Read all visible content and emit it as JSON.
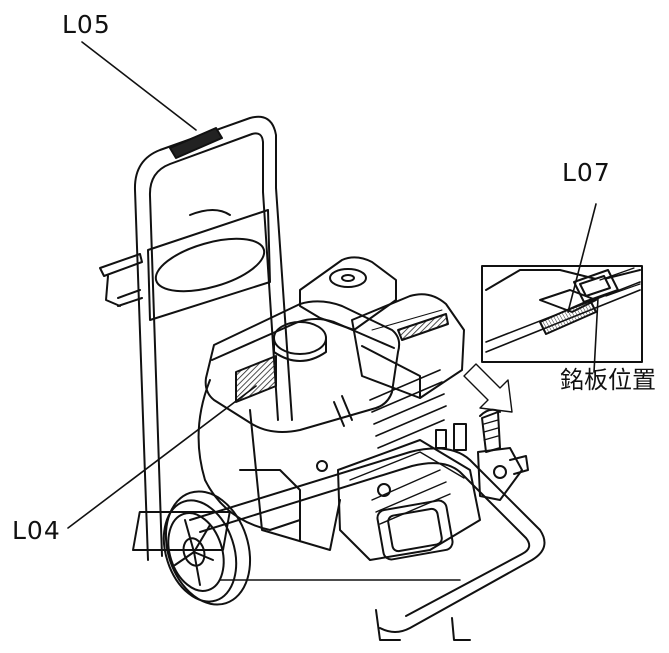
{
  "labels": {
    "l05": "L05",
    "l07": "L07",
    "plate": "銘板位置",
    "l04": "L04"
  },
  "colors": {
    "line": "#111111",
    "hatch": "#333333",
    "background": "#ffffff"
  },
  "icons": {
    "view_arrow": "hollow-arrow-down-left-icon"
  }
}
